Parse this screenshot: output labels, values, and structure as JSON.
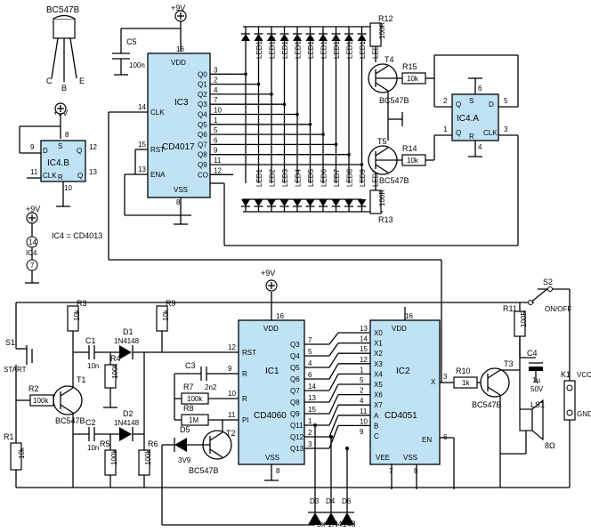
{
  "supply": {
    "plus9v": "+9V",
    "gnd": "GND",
    "vcc": "VCC",
    "onoff": "ON/OFF",
    "start": "START"
  },
  "bc547b_package": {
    "title": "BC547B",
    "pins": [
      "C",
      "B",
      "E"
    ]
  },
  "ic4_note": "IC4 = CD4013",
  "ic4_supply": {
    "label": "IC4",
    "pin_vdd": "14",
    "pin_vss": "7"
  },
  "ic3": {
    "name": "IC3",
    "part": "CD4017",
    "left_pins": [
      {
        "label": "CLK",
        "num": "14"
      },
      {
        "label": "RST",
        "num": "15"
      },
      {
        "label": "ENA",
        "num": "13"
      },
      {
        "label": "VSS",
        "num": "8"
      }
    ],
    "right_pins": [
      {
        "label": "VDD",
        "num": "16"
      },
      {
        "label": "Q0",
        "num": "3"
      },
      {
        "label": "Q1",
        "num": "2"
      },
      {
        "label": "Q2",
        "num": "4"
      },
      {
        "label": "Q3",
        "num": "7"
      },
      {
        "label": "Q4",
        "num": "10"
      },
      {
        "label": "Q5",
        "num": "1"
      },
      {
        "label": "Q6",
        "num": "5"
      },
      {
        "label": "Q7",
        "num": "6"
      },
      {
        "label": "Q8",
        "num": "9"
      },
      {
        "label": "Q9",
        "num": "11"
      },
      {
        "label": "CO",
        "num": "12"
      }
    ]
  },
  "ic1": {
    "name": "IC1",
    "part": "CD4060",
    "left_pins": [
      {
        "label": "RST",
        "num": "12"
      },
      {
        "label": "R",
        "num": "9"
      },
      {
        "label": "R",
        "num": "10"
      },
      {
        "label": "PI",
        "num": "11"
      },
      {
        "label": "VSS",
        "num": "8"
      }
    ],
    "right_pins": [
      {
        "label": "VDD",
        "num": "16"
      },
      {
        "label": "Q3",
        "num": "7"
      },
      {
        "label": "Q4",
        "num": "5"
      },
      {
        "label": "Q5",
        "num": "4"
      },
      {
        "label": "Q6",
        "num": "6"
      },
      {
        "label": "Q7",
        "num": "14"
      },
      {
        "label": "Q8",
        "num": "13"
      },
      {
        "label": "Q9",
        "num": "15"
      },
      {
        "label": "Q11",
        "num": "1"
      },
      {
        "label": "Q12",
        "num": "2"
      },
      {
        "label": "Q13",
        "num": "3"
      }
    ]
  },
  "ic2": {
    "name": "IC2",
    "part": "CD4051",
    "left_pins": [
      {
        "label": "X0",
        "num": "13"
      },
      {
        "label": "X1",
        "num": "14"
      },
      {
        "label": "X2",
        "num": "15"
      },
      {
        "label": "X3",
        "num": "12"
      },
      {
        "label": "X4",
        "num": "1"
      },
      {
        "label": "X5",
        "num": "5"
      },
      {
        "label": "X6",
        "num": "2"
      },
      {
        "label": "X7",
        "num": "4"
      },
      {
        "label": "A",
        "num": "11"
      },
      {
        "label": "B",
        "num": "10"
      },
      {
        "label": "C",
        "num": "9"
      }
    ],
    "labels": {
      "vdd": "VDD",
      "vee": "VEE",
      "vss": "VSS",
      "en": "EN",
      "x": "X"
    },
    "nums": {
      "vdd": "16",
      "vee": "7",
      "vss": "8",
      "en": "6",
      "x": "3"
    }
  },
  "ic4a": {
    "name": "IC4.A",
    "pins": {
      "s": "S",
      "d": "D",
      "q": "Q",
      "qn": "Q",
      "r": "R",
      "clk": "CLK"
    },
    "nums": {
      "s": "6",
      "d": "5",
      "q": "1",
      "qn": "2",
      "r": "4",
      "clk": "3"
    }
  },
  "ic4b": {
    "name": "IC4.B",
    "pins": {
      "s": "S",
      "d": "D",
      "q": "Q",
      "qn": "Q",
      "r": "R",
      "clk": "CLK"
    },
    "nums": {
      "s": "8",
      "d": "9",
      "q": "13",
      "qn": "12",
      "r": "10",
      "clk": "11"
    }
  },
  "leds_top": [
    "LED11",
    "LED12",
    "LED13",
    "LED14",
    "LED15",
    "LED16",
    "LED17",
    "LED18",
    "LED19",
    "LED20"
  ],
  "leds_bottom": [
    "LED1",
    "LED2",
    "LED3",
    "LED4",
    "LED5",
    "LED6",
    "LED7",
    "LED8",
    "LED9",
    "LED10"
  ],
  "components": {
    "c5": "C5",
    "c5v": "100n",
    "r12": "R12",
    "r12v": "100R",
    "r13": "R13",
    "r13v": "100R",
    "r15": "R15",
    "r15v": "10k",
    "r14": "R14",
    "r14v": "10k",
    "t4": "T4",
    "t5": "T5",
    "bc547b": "BC547B",
    "r3": "R3",
    "r3v": "10k",
    "r9": "R9",
    "r9v": "10k",
    "r1": "R1",
    "r1v": "10k",
    "r2": "R2",
    "r2v": "100k",
    "r4": "R4",
    "r4v": "100k",
    "r5": "R5",
    "r5v": "100k",
    "r6": "R6",
    "r6v": "100k",
    "r7": "R7",
    "r7v": "100k",
    "r8": "R8",
    "r8v": "1M",
    "r10": "R10",
    "r10v": "1k",
    "r11": "R11",
    "r11v": "100R",
    "c1": "C1",
    "c1v": "10n",
    "c2": "C2",
    "c2v": "10n",
    "c3": "C3",
    "c3v": "2n2",
    "c4": "C4",
    "c4v": "1µ",
    "c4v2": "50V",
    "d1": "D1",
    "d1v": "1N4148",
    "d2": "D2",
    "d2v": "1N4148",
    "d5": "D5",
    "d5v": "3V9",
    "t1": "T1",
    "t2": "T2",
    "t3": "T3",
    "s1": "S1",
    "s2": "S2",
    "ls1": "LS1",
    "ls1v": "8Ω",
    "k1": "K1",
    "diodes_bottom": [
      "D3",
      "D4",
      "D6"
    ],
    "diodes_note": "3x 1N4148"
  }
}
